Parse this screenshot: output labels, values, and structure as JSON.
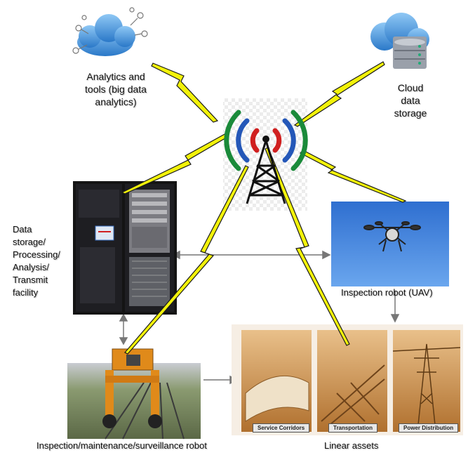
{
  "nodes": {
    "analytics": {
      "label_lines": [
        "Analytics and",
        "tools (big data",
        "analytics)"
      ]
    },
    "cloud_storage": {
      "label_lines": [
        "Cloud",
        "data",
        "storage"
      ]
    },
    "facility": {
      "label_lines": [
        "Data",
        "storage/",
        "Processing/",
        "Analysis/",
        "Transmit",
        "facility"
      ]
    },
    "uav": {
      "label": "Inspection robot (UAV)"
    },
    "ground_robot": {
      "label": "Inspection/maintenance/surveillance robot"
    },
    "linear_assets": {
      "label": "Linear assets",
      "panels": [
        "Service Corridors",
        "Transportation",
        "Power Distribution"
      ]
    }
  },
  "colors": {
    "lightning": "#f2f20a",
    "lightning_outline": "#1a1a1a",
    "signal_green": "#1a8a3a",
    "signal_blue": "#2457b8",
    "signal_red": "#d02020",
    "sky": "#3d7fd9",
    "sepia": "#c98a45"
  }
}
